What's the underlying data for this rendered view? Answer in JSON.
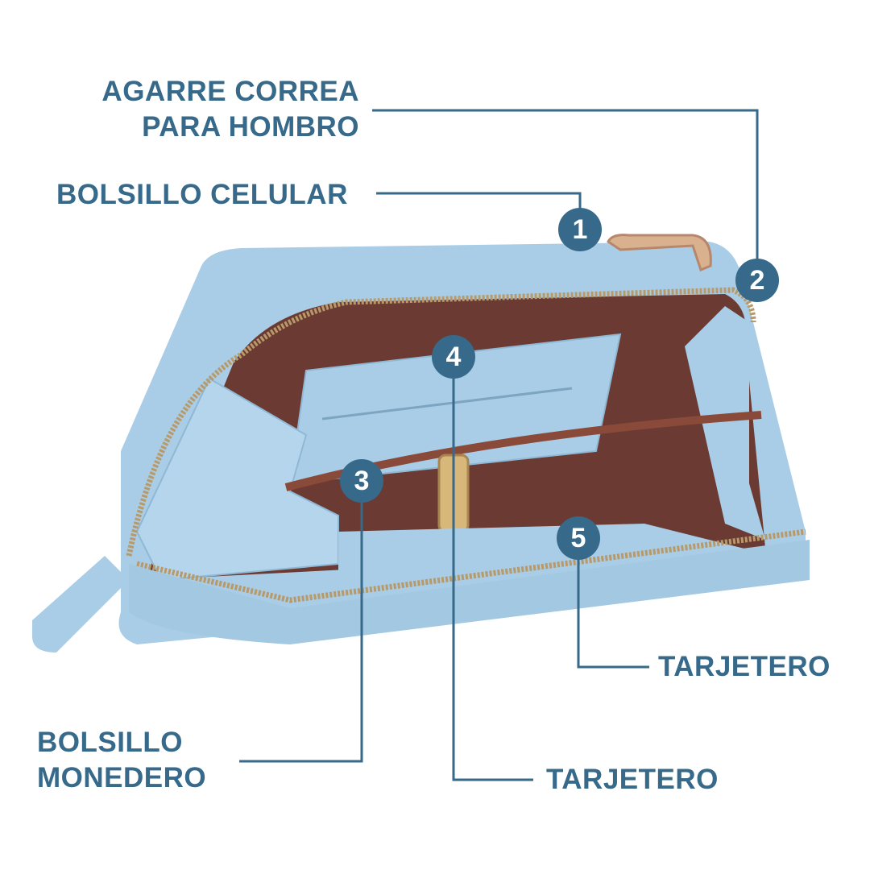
{
  "colors": {
    "accent": "#36698a",
    "wallet": "#a9cde6",
    "interior": "#6b3a32",
    "zipper": "#b89a6a"
  },
  "callouts": [
    {
      "number": "1",
      "label_lines": [
        "BOLSILLO CELULAR"
      ]
    },
    {
      "number": "2",
      "label_lines": [
        "AGARRE CORREA",
        "PARA HOMBRO"
      ]
    },
    {
      "number": "3",
      "label_lines": [
        "BOLSILLO",
        "MONEDERO"
      ]
    },
    {
      "number": "4",
      "label_lines": [
        "TARJETERO"
      ]
    },
    {
      "number": "5",
      "label_lines": [
        "TARJETERO"
      ]
    }
  ]
}
